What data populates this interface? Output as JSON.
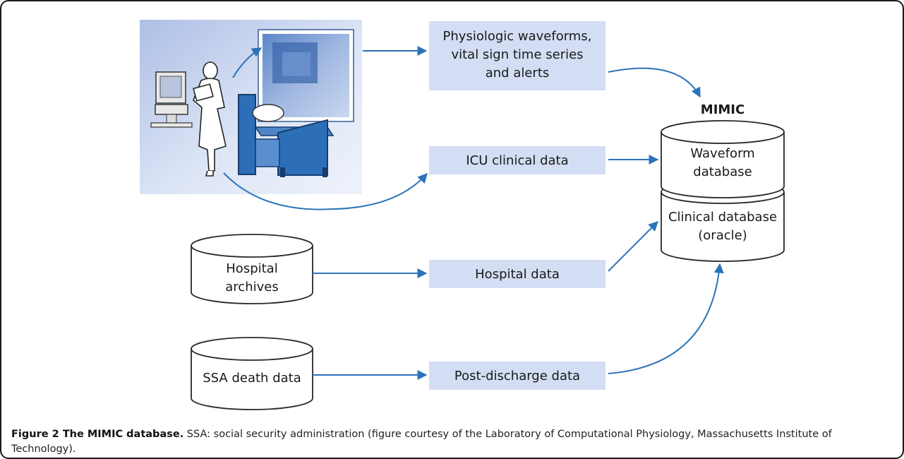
{
  "diagram": {
    "boxes": {
      "physiologic": [
        "Physiologic waveforms,",
        "vital sign time series",
        "and alerts"
      ],
      "icu": "ICU clinical data",
      "hospital_data": "Hospital data",
      "post_discharge": "Post-discharge data"
    },
    "sources": {
      "hospital_archives": [
        "Hospital",
        "archives"
      ],
      "ssa": "SSA death data"
    },
    "mimic": {
      "title": "MIMIC",
      "waveform_db": [
        "Waveform",
        "database"
      ],
      "clinical_db": [
        "Clinical database",
        "(oracle)"
      ]
    },
    "colors": {
      "box_fill": "#d3def4",
      "arrow": "#2b73b8",
      "cylinder_stroke": "#2a2a2a",
      "bed_blue": "#2c6fb8",
      "scene_bg": "#c4d3ef"
    }
  },
  "caption": {
    "bold": "Figure 2 The MIMIC database.",
    "text": " SSA: social security administration (figure courtesy of the Laboratory of Computational Physiology, Massachusetts Institute of Technology)."
  }
}
